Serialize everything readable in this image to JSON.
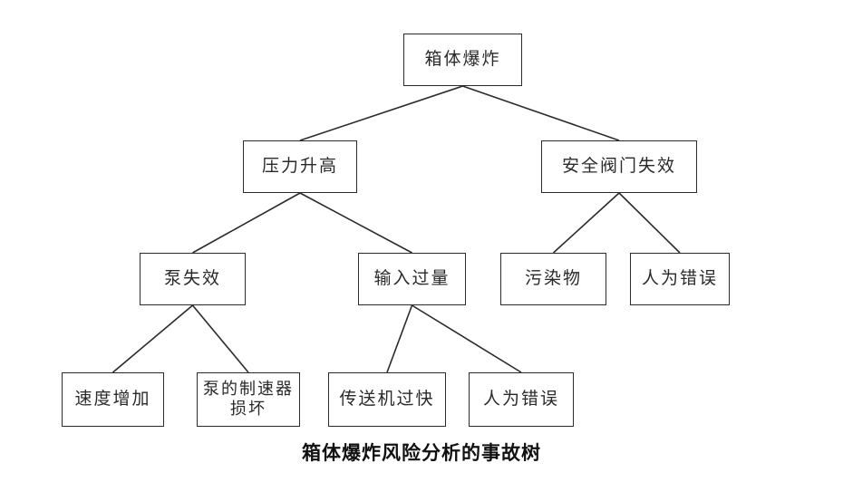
{
  "diagram": {
    "nodes": {
      "root": "箱体爆炸",
      "pressure_rise": "压力升高",
      "safety_valve_failure": "安全阀门失效",
      "pump_failure": "泵失效",
      "input_overload": "输入过量",
      "contaminant": "污染物",
      "human_error_valve": "人为错误",
      "speed_increase": "速度增加",
      "pump_brake_damage": "泵的制速器损坏",
      "conveyor_too_fast": "传送机过快",
      "human_error_input": "人为错误"
    },
    "edges": [
      [
        "root",
        "pressure_rise"
      ],
      [
        "root",
        "safety_valve_failure"
      ],
      [
        "pressure_rise",
        "pump_failure"
      ],
      [
        "pressure_rise",
        "input_overload"
      ],
      [
        "safety_valve_failure",
        "contaminant"
      ],
      [
        "safety_valve_failure",
        "human_error_valve"
      ],
      [
        "pump_failure",
        "speed_increase"
      ],
      [
        "pump_failure",
        "pump_brake_damage"
      ],
      [
        "input_overload",
        "conveyor_too_fast"
      ],
      [
        "input_overload",
        "human_error_input"
      ]
    ],
    "caption": "箱体爆炸风险分析的事故树"
  },
  "colors": {
    "line": "#2b2b2b",
    "box_border": "#2b2b2b",
    "text": "#2a2a2a"
  }
}
